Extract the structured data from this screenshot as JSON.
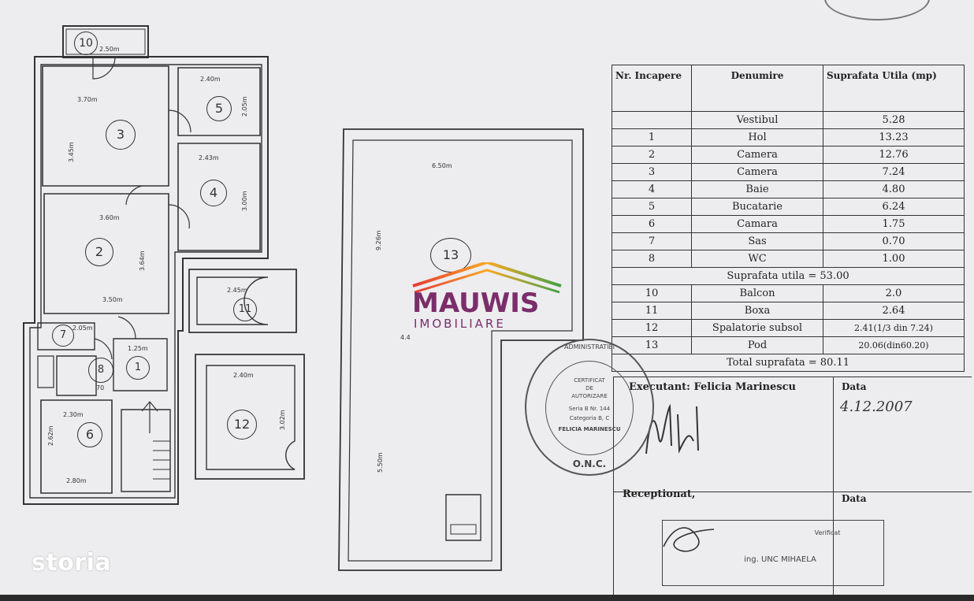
{
  "room_table": {
    "headers": {
      "nr": "Nr. Incapere",
      "denumire": "Denumire",
      "suprafata": "Suprafata Utila (mp)"
    },
    "rows": [
      {
        "nr": "",
        "name": "Vestibul",
        "area": "5.28"
      },
      {
        "nr": "1",
        "name": "Hol",
        "area": "13.23"
      },
      {
        "nr": "2",
        "name": "Camera",
        "area": "12.76"
      },
      {
        "nr": "3",
        "name": "Camera",
        "area": "7.24"
      },
      {
        "nr": "4",
        "name": "Baie",
        "area": "4.80"
      },
      {
        "nr": "5",
        "name": "Bucatarie",
        "area": "6.24"
      },
      {
        "nr": "6",
        "name": "Camara",
        "area": "1.75"
      },
      {
        "nr": "7",
        "name": "Sas",
        "area": "0.70"
      },
      {
        "nr": "8",
        "name": "WC",
        "area": "1.00"
      }
    ],
    "subtotal": "Suprafata utila = 53.00",
    "extra_rows": [
      {
        "nr": "10",
        "name": "Balcon",
        "area": "2.0"
      },
      {
        "nr": "11",
        "name": "Boxa",
        "area": "2.64"
      },
      {
        "nr": "12",
        "name": "Spalatorie subsol",
        "area": "2.41(1/3 din 7.24)"
      },
      {
        "nr": "13",
        "name": "Pod",
        "area": "20.06(din60.20)"
      }
    ],
    "total": "Total suprafata = 80.11"
  },
  "signatures": {
    "executant": "Executant: Felicia Marinescu",
    "data_label": "Data",
    "data_value": "4.12.2007",
    "receptionat": "Receptionat,",
    "data_label_2": "Data"
  },
  "stamp": {
    "line1": "CERTIFICAT",
    "line2": "DE",
    "line3": "AUTORIZARE",
    "line4": "Seria B  Nr. 144",
    "line5": "Categoria B, C",
    "line6": "FELICIA MARINESCU",
    "ring": "ADMINISTRATIEI",
    "bottom": "O.N.C.",
    "rect_line1": "Verificat",
    "rect_line2": "ing. UNC MIHAELA"
  },
  "plan": {
    "room_numbers": [
      "10",
      "3",
      "5",
      "4",
      "2",
      "11",
      "7",
      "8",
      "1",
      "6",
      "12",
      "13"
    ],
    "dims": {
      "d10": "2.50m",
      "d3w": "3.70m",
      "d3h": "3.45m",
      "d5w": "2.40m",
      "d5h": "2.05m",
      "d4w": "2.43m",
      "d4h": "3.00m",
      "d2w": "3.60m",
      "d2h": "3.64m",
      "d2b": "3.50m",
      "d11": "2.45m",
      "d7": "2.05m",
      "d1": "1.25m",
      "d8": "70",
      "d6w": "2.30m",
      "d6h": "2.62m",
      "d6b": "2.80m",
      "d12w": "2.40m",
      "d12h": "3.02m",
      "d13w": "6.50m",
      "d13h": "9.26m",
      "d13b": "5.50m",
      "d13x": "4.4"
    }
  },
  "logo": {
    "title": "MAUWIS",
    "subtitle": "IMOBILIARE",
    "colors": [
      "#e53935",
      "#f9a825",
      "#43a047",
      "#7b2d6a"
    ]
  },
  "brand": {
    "name": "storia"
  }
}
